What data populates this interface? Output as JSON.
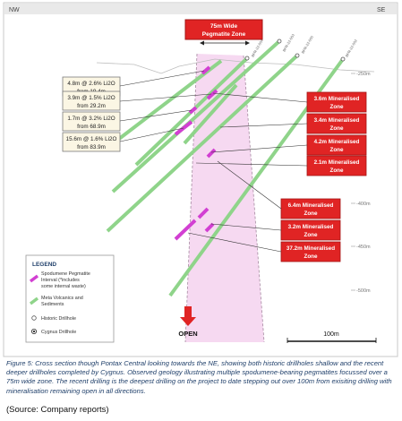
{
  "orientation": {
    "left": "NW",
    "right": "SE"
  },
  "zone_header": {
    "line1": "75m Wide",
    "line2": "Pegmatite Zone"
  },
  "elevations": [
    "-250m",
    "-400m",
    "-450m",
    "-500m"
  ],
  "drillhole_ids": [
    "BPR-22-004",
    "BPR-22-003",
    "BPR-22-005",
    "BPR-22-002"
  ],
  "intercepts": [
    {
      "line1": "4.8m @ 2.6% Li2O",
      "line2": "from 19.4m"
    },
    {
      "line1": "3.9m @ 1.5% Li2O",
      "line2": "from 29.2m"
    },
    {
      "line1": "1.7m @ 3.2% Li2O",
      "line2": "from 68.9m"
    },
    {
      "line1": "15.6m @ 1.6% Li2O",
      "line2": "from 83.9m"
    }
  ],
  "mineralised_zones": [
    {
      "line1": "3.6m Mineralised",
      "line2": "Zone"
    },
    {
      "line1": "3.4m Mineralised",
      "line2": "Zone"
    },
    {
      "line1": "4.2m Mineralised",
      "line2": "Zone"
    },
    {
      "line1": "2.1m Mineralised",
      "line2": "Zone"
    },
    {
      "line1": "6.4m Mineralised",
      "line2": "Zone"
    },
    {
      "line1": "3.2m Mineralised",
      "line2": "Zone"
    },
    {
      "line1": "37.2m Mineralised",
      "line2": "Zone"
    }
  ],
  "legend": {
    "title": "LEGEND",
    "pegmatite": [
      "Spodumene Pegmatite",
      "Interval (*includes",
      "some internal waste)"
    ],
    "sediments": [
      "Meta Volcanics and",
      "Sediments"
    ],
    "historic": "Historic Drillhole",
    "cygnus": "Cygnus Drillhole"
  },
  "open_label": "OPEN",
  "scale_label": "100m",
  "caption": "Figure 5: Cross section though Pontax Central looking towards the NE, showing both historic drillholes shallow and the recent deeper drillholes completed by Cygnus. Observed geology illustrating multiple spodumene-bearing pegmatites focussed over a 75m wide zone. The recent drilling is the deepest drilling on the project to date stepping out over 100m from exisiting drilling with mineralisation remaining open in all directions.",
  "source": "(Source: Company reports)",
  "colors": {
    "frame": "#c8c8c8",
    "red_box": "#e02424",
    "red_box_border": "#a31515",
    "pegmatite": "#d23fd2",
    "sediment": "#8fd48a",
    "zone_fill": "#f4d2ee",
    "label_box": "#fbf6e4",
    "caption": "#1f3f6a"
  }
}
